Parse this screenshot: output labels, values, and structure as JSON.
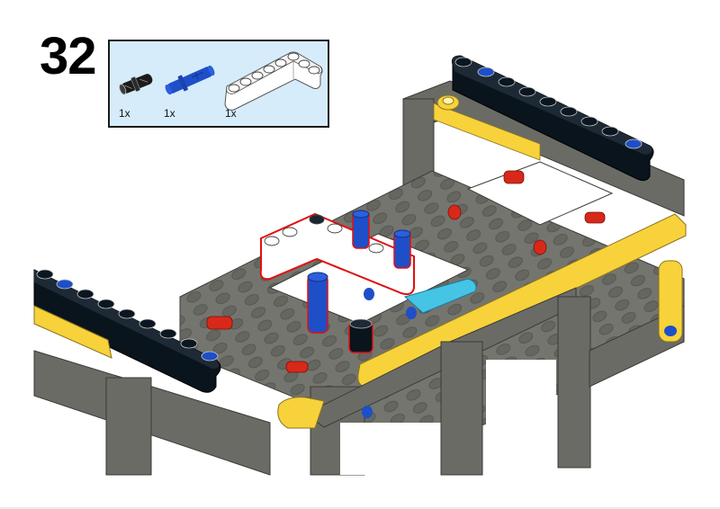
{
  "page": {
    "type": "building-instructions",
    "step_number": "32"
  },
  "parts_callout": {
    "background": "#d6ecfb",
    "border": "#1a1a1a",
    "parts": [
      {
        "name": "technic-pin-black-friction",
        "color": "#1b1b1b",
        "quantity": "1x"
      },
      {
        "name": "technic-axle-pin-blue-3l",
        "color": "#1e4fc8",
        "quantity": "1x"
      },
      {
        "name": "technic-beam-bent-white-l-shape",
        "color": "#ffffff",
        "quantity": "1x"
      }
    ]
  },
  "model": {
    "colors": {
      "frame_gray": "#6b6b66",
      "frame_gray_dark": "#4f4f4b",
      "beam_black": "#0a141c",
      "beam_yellow": "#f8d23a",
      "beam_azure": "#45c4e6",
      "pin_red": "#d8281a",
      "pin_blue": "#1e4fc8",
      "highlight_outline": "#e01010",
      "new_part_white": "#ffffff"
    },
    "new_parts_highlighted": [
      "white-l-beam",
      "blue-axle-pin-1",
      "blue-axle-pin-2",
      "blue-axle-pin-3",
      "black-pin"
    ]
  }
}
